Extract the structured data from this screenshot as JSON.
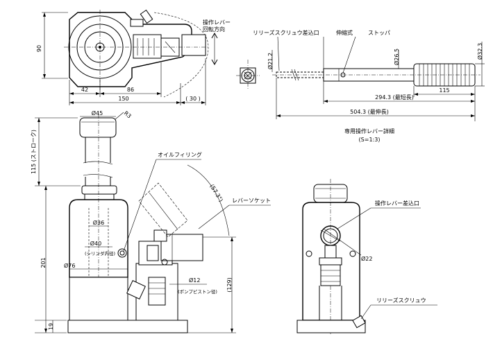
{
  "top_view": {
    "dim_height": "90",
    "dim_left": "42",
    "dim_mid": "86",
    "dim_total": "150",
    "dim_right": "( 30 )",
    "label_lever_rotation_1": "操作レバー",
    "label_lever_rotation_2": "回転方向"
  },
  "lever_detail": {
    "label_release_screw_inlet": "リリーズスクリュウ差込口",
    "label_telescopic": "伸縮式",
    "label_stopper": "ストッパ",
    "dim_d21": "Ø21.2",
    "dim_d26": "Ø26.5",
    "dim_d32": "Ø32.3",
    "dim_115": "115",
    "dim_shortest": "294.3 (最短長)",
    "dim_longest": "504.3 (最伸長)",
    "caption": "専用操作レバー詳細",
    "scale": "(S=1:3)"
  },
  "side_view": {
    "dim_d45": "Ø45",
    "dim_r3": "R3",
    "dim_stroke": "115 (ストローク)",
    "dim_201": "201",
    "dim_19": "19",
    "dim_d36": "Ø36",
    "dim_d40": "Ø40",
    "label_cylinder_inner": "(シリンダ内径)",
    "dim_d76": "Ø76",
    "label_oil_filling": "オイルフィリング",
    "label_lever_socket": "レバーソケット",
    "dim_angle": "(57.3°)",
    "dim_d12": "Ø12",
    "label_pump_piston": "(ポンプピストン径)",
    "dim_129": "(129)"
  },
  "front_view": {
    "label_lever_inlet": "操作レバー差込口",
    "dim_d22": "Ø22",
    "label_release_screw": "リリーズスクリュウ"
  }
}
